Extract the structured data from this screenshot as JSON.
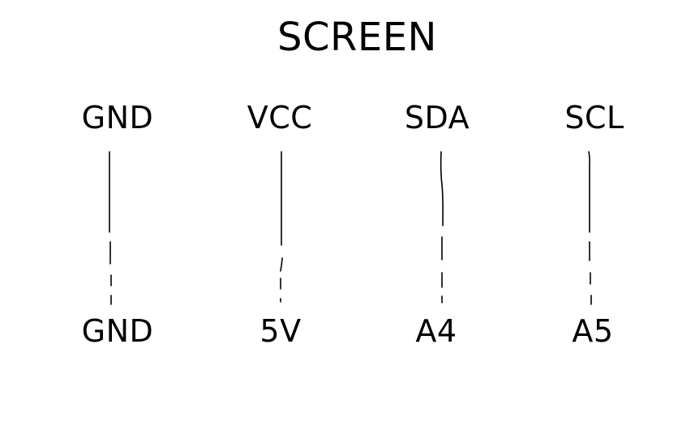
{
  "diagram": {
    "title": "SCREEN",
    "connections": [
      {
        "screen_pin": "GND",
        "board_pin": "GND"
      },
      {
        "screen_pin": "VCC",
        "board_pin": "5V"
      },
      {
        "screen_pin": "SDA",
        "board_pin": "A4"
      },
      {
        "screen_pin": "SCL",
        "board_pin": "A5"
      }
    ]
  }
}
